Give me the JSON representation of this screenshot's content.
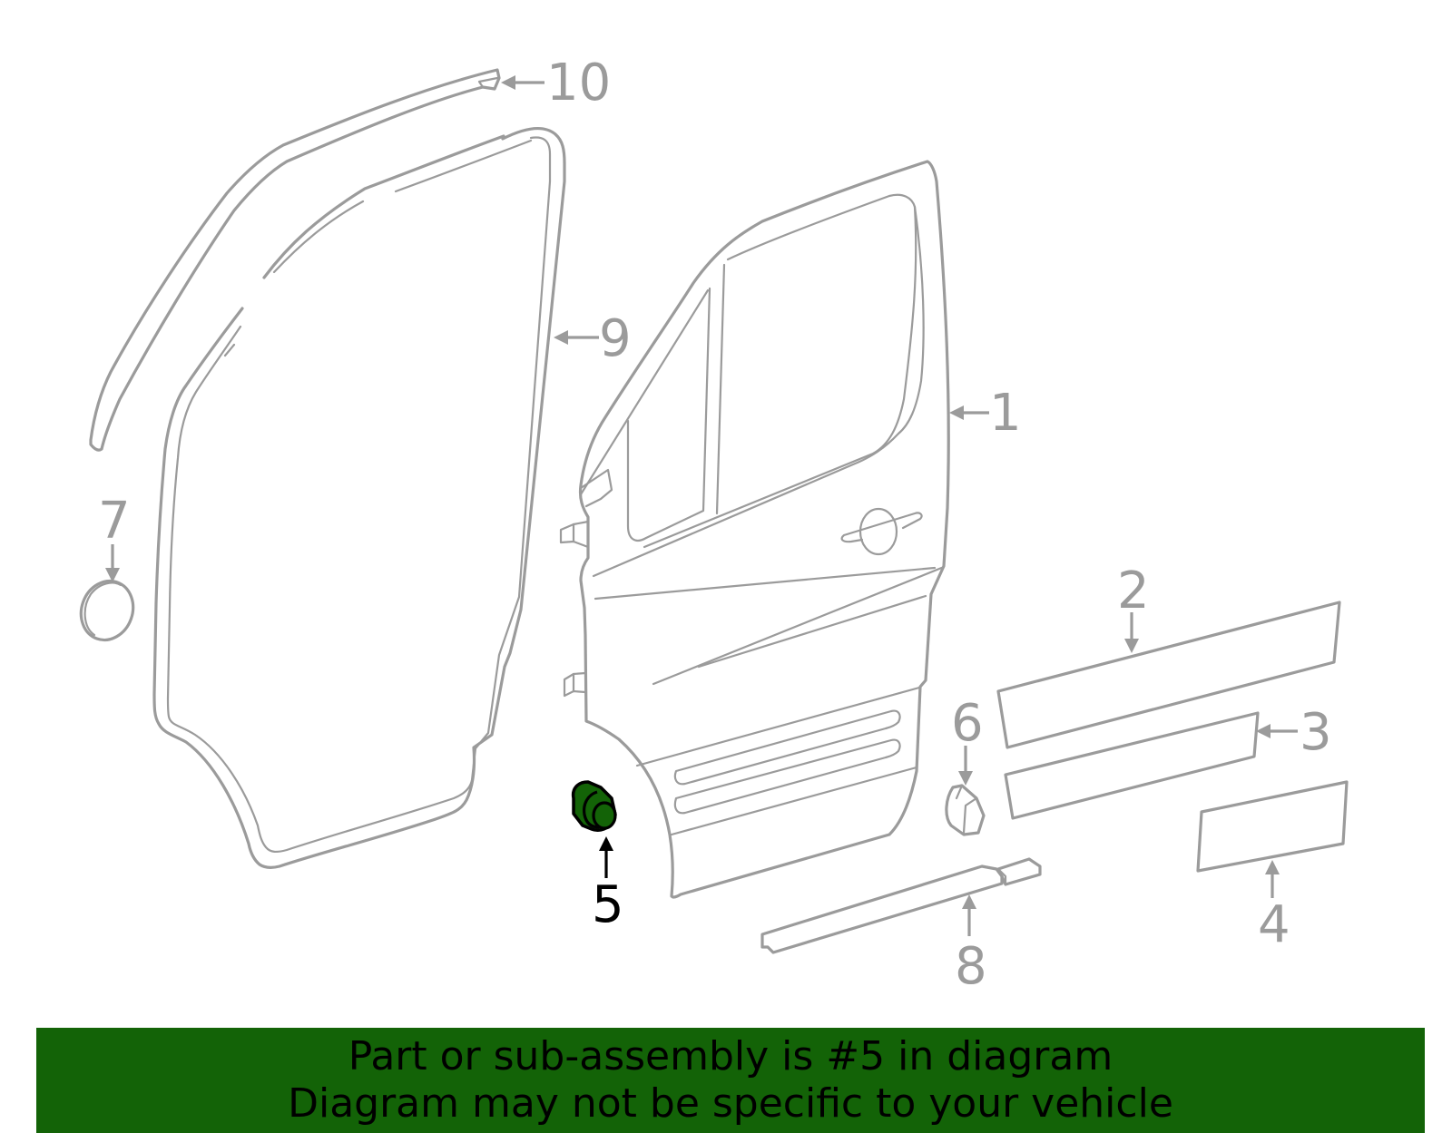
{
  "diagram": {
    "title": "Front door assembly exploded parts diagram",
    "highlighted_part": "5",
    "highlight_color": "#136307",
    "line_color": "#9b9b9b",
    "callouts": [
      {
        "id": "1",
        "label": "1"
      },
      {
        "id": "2",
        "label": "2"
      },
      {
        "id": "3",
        "label": "3"
      },
      {
        "id": "4",
        "label": "4"
      },
      {
        "id": "5",
        "label": "5"
      },
      {
        "id": "6",
        "label": "6"
      },
      {
        "id": "7",
        "label": "7"
      },
      {
        "id": "8",
        "label": "8"
      },
      {
        "id": "9",
        "label": "9"
      },
      {
        "id": "10",
        "label": "10"
      }
    ]
  },
  "banner": {
    "line1": "Part or sub-assembly is #5 in diagram",
    "line2": "Diagram may not be specific to your vehicle",
    "background": "#136307"
  }
}
